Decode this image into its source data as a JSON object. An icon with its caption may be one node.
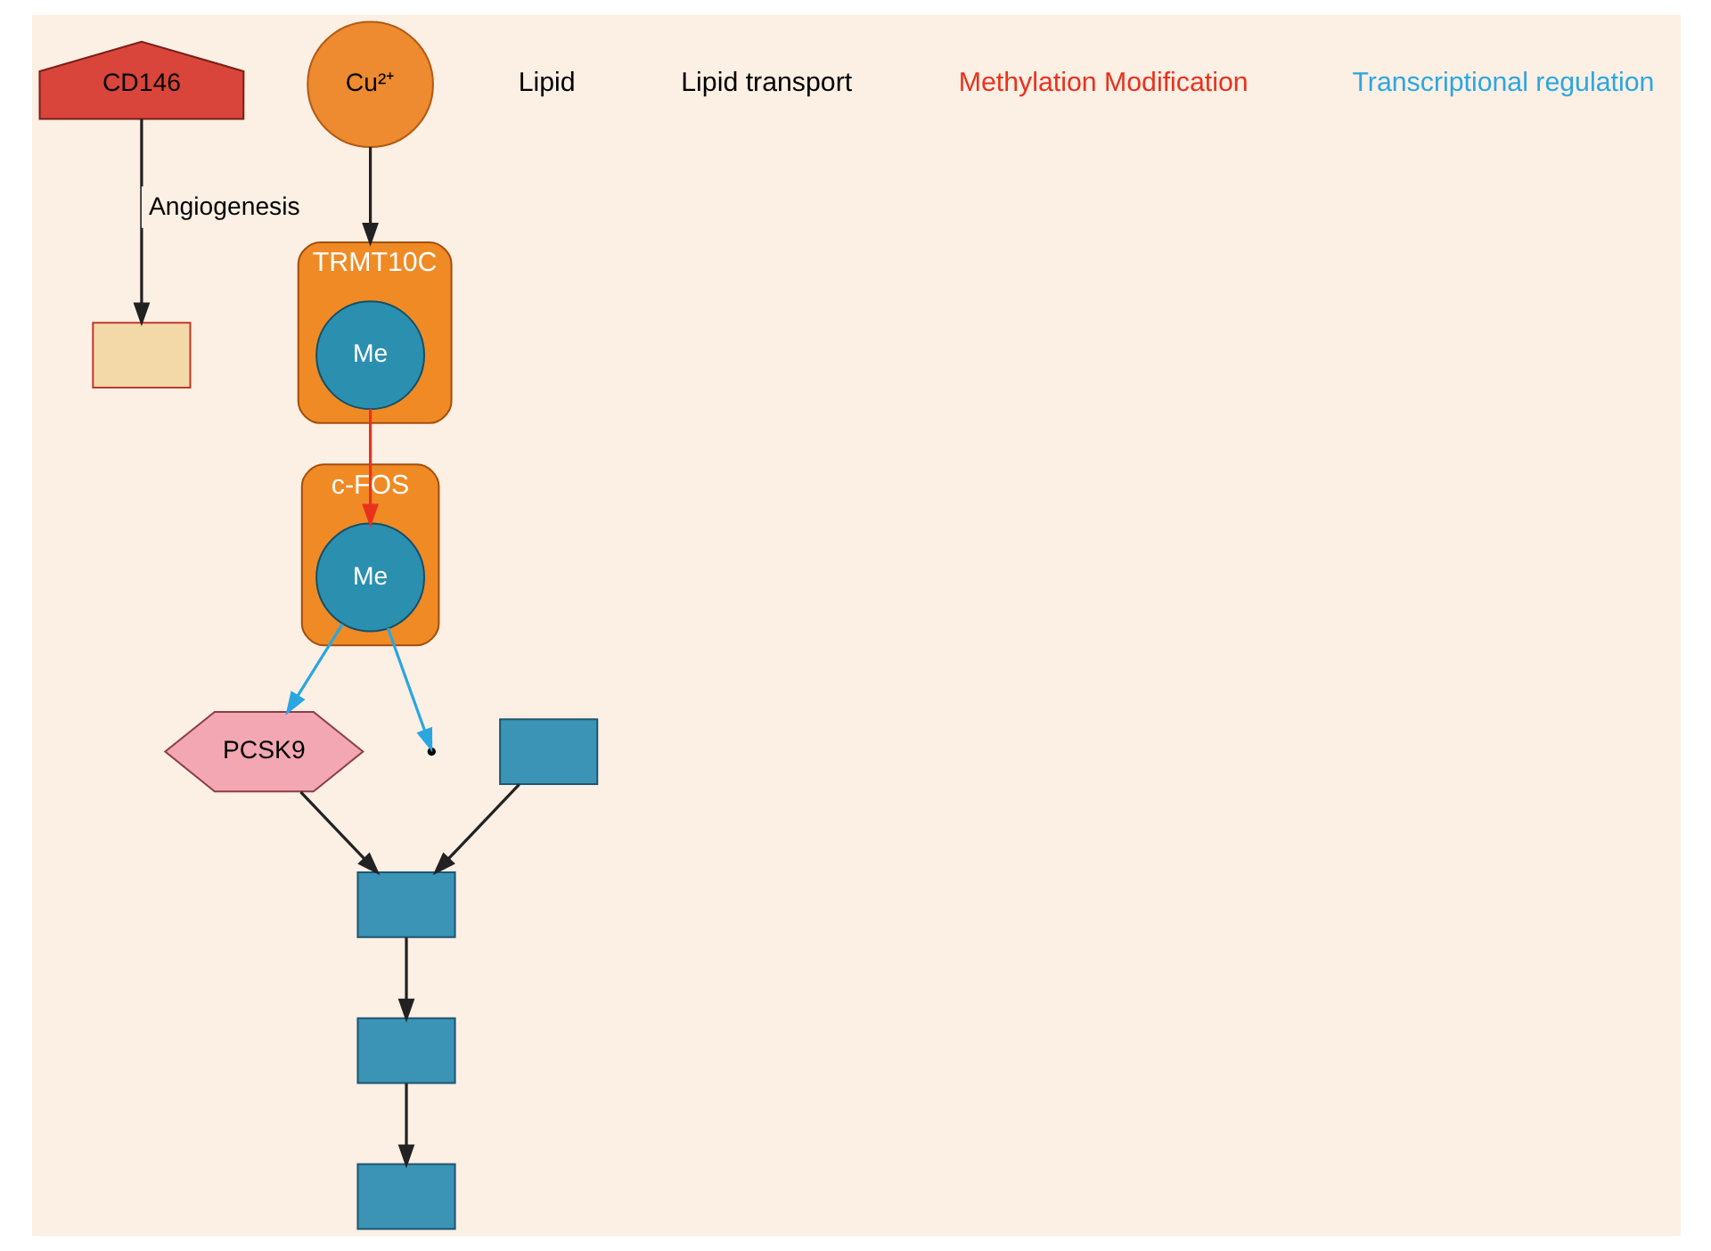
{
  "diagram": {
    "nodes": [
      {
        "text": [],
        "shape": "box"
      },
      {
        "text": [
          "CD146"
        ]
      },
      {
        "text": [
          "Cu²⁺"
        ]
      },
      {
        "text": [
          "TRMT10C"
        ]
      },
      {
        "text": [
          "Me"
        ],
        "in": 3
      },
      {
        "text": [
          "Me"
        ],
        "in": 6
      },
      {
        "text": [
          "c-FOS"
        ]
      },
      {
        "text": [
          "PCSK9"
        ]
      },
      {
        "text": [],
        "shape": "box"
      },
      {
        "text": [],
        "shape": "box"
      },
      {
        "text": [],
        "shape": "box"
      },
      {
        "text": [],
        "shape": "box"
      }
    ],
    "edges": [
      {
        "from": 1,
        "to": 0,
        "arrow": "to",
        "label": "Angiogenesis"
      },
      {
        "from": 2,
        "to": 3,
        "arrow": "to"
      },
      {
        "from": 4,
        "to": 5,
        "arrow": "to",
        "color": "#e8321e"
      },
      {
        "from": 5,
        "to": null,
        "arrow": "to",
        "color": "#2aa7e0"
      },
      {
        "from": 5,
        "to": 7,
        "arrow": "to",
        "color": "#2aa7e0"
      },
      {
        "from": 8,
        "to": 9,
        "arrow": "to"
      },
      {
        "from": 7,
        "to": 9,
        "arrow": "to"
      },
      {
        "from": 9,
        "to": 10,
        "arrow": "to"
      },
      {
        "from": 10,
        "to": 11,
        "arrow": "to"
      }
    ],
    "labels": [
      "Lipid",
      "Lipid transport"
    ],
    "legend": [
      {
        "text": "Methylation Modification"
      },
      {
        "text": "Transcriptional regulation"
      }
    ]
  }
}
